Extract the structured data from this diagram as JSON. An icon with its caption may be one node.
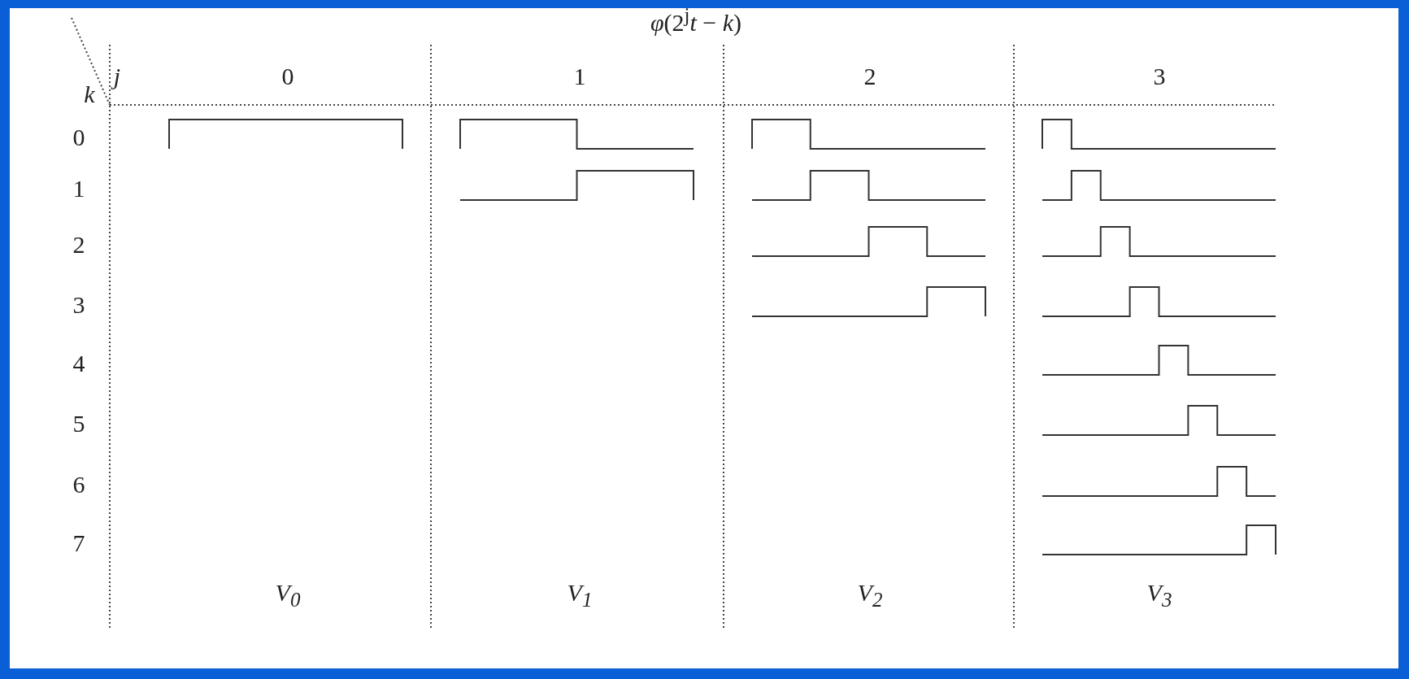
{
  "diagram": {
    "title": "*φ*(2$^{j}$*t* − *k*)",
    "labels": [
      "j",
      "0",
      "1",
      "2",
      "3",
      "k",
      "0",
      "1",
      "2",
      "3",
      "4",
      "5",
      "6",
      "7",
      "V$_{0}$",
      "V$_{1}$",
      "V$_{2}$",
      "V$_{3}$"
    ]
  }
}
